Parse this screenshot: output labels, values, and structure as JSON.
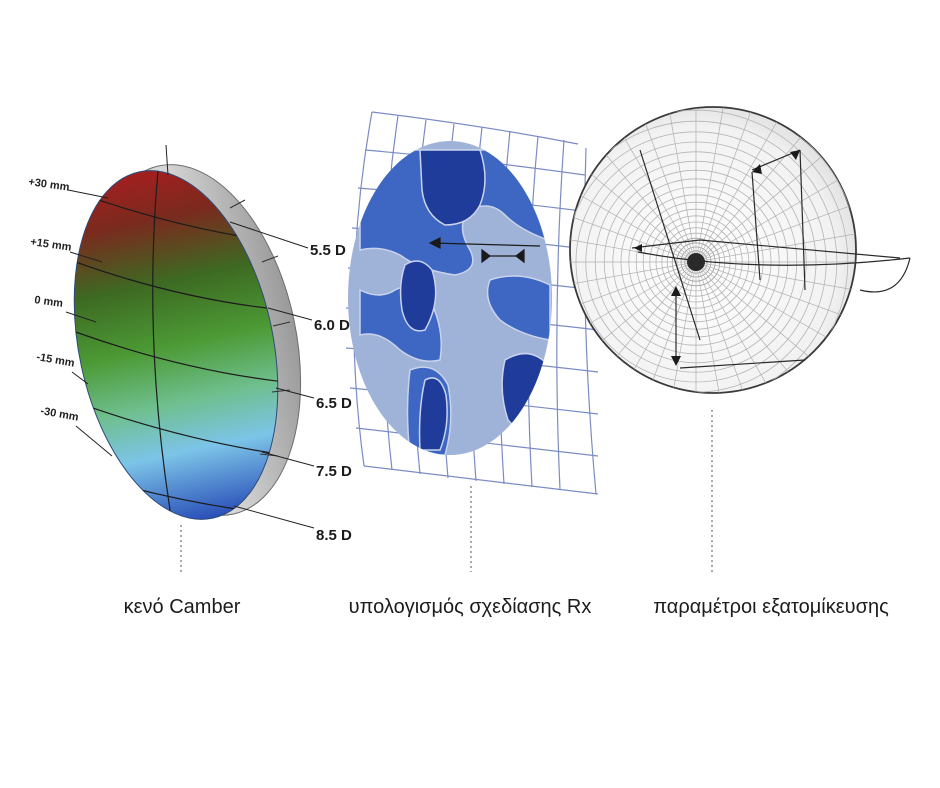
{
  "camber": {
    "heights": [
      "+30 mm",
      "+15 mm",
      "0 mm",
      "-15 mm",
      "-30 mm"
    ],
    "powers": [
      "5.5 D",
      "6.0 D",
      "6.5 D",
      "7.5 D",
      "8.5 D"
    ],
    "colors": {
      "top": "#a31f1f",
      "middle": "#4c9a35",
      "lower": "#7cc4e8",
      "bottom": "#2a4fb8"
    }
  },
  "rx_map": {
    "colors": {
      "dark": "#1f3c9a",
      "mid": "#3d67c2",
      "light": "#9fb2d8",
      "grid": "#7a8cc4"
    }
  },
  "captions": {
    "camber_blank": "κενό Camber",
    "rx_design": "υπολογισμός σχεδίασης Rx",
    "personalization": "παραμέτροι εξατομίκευσης"
  }
}
